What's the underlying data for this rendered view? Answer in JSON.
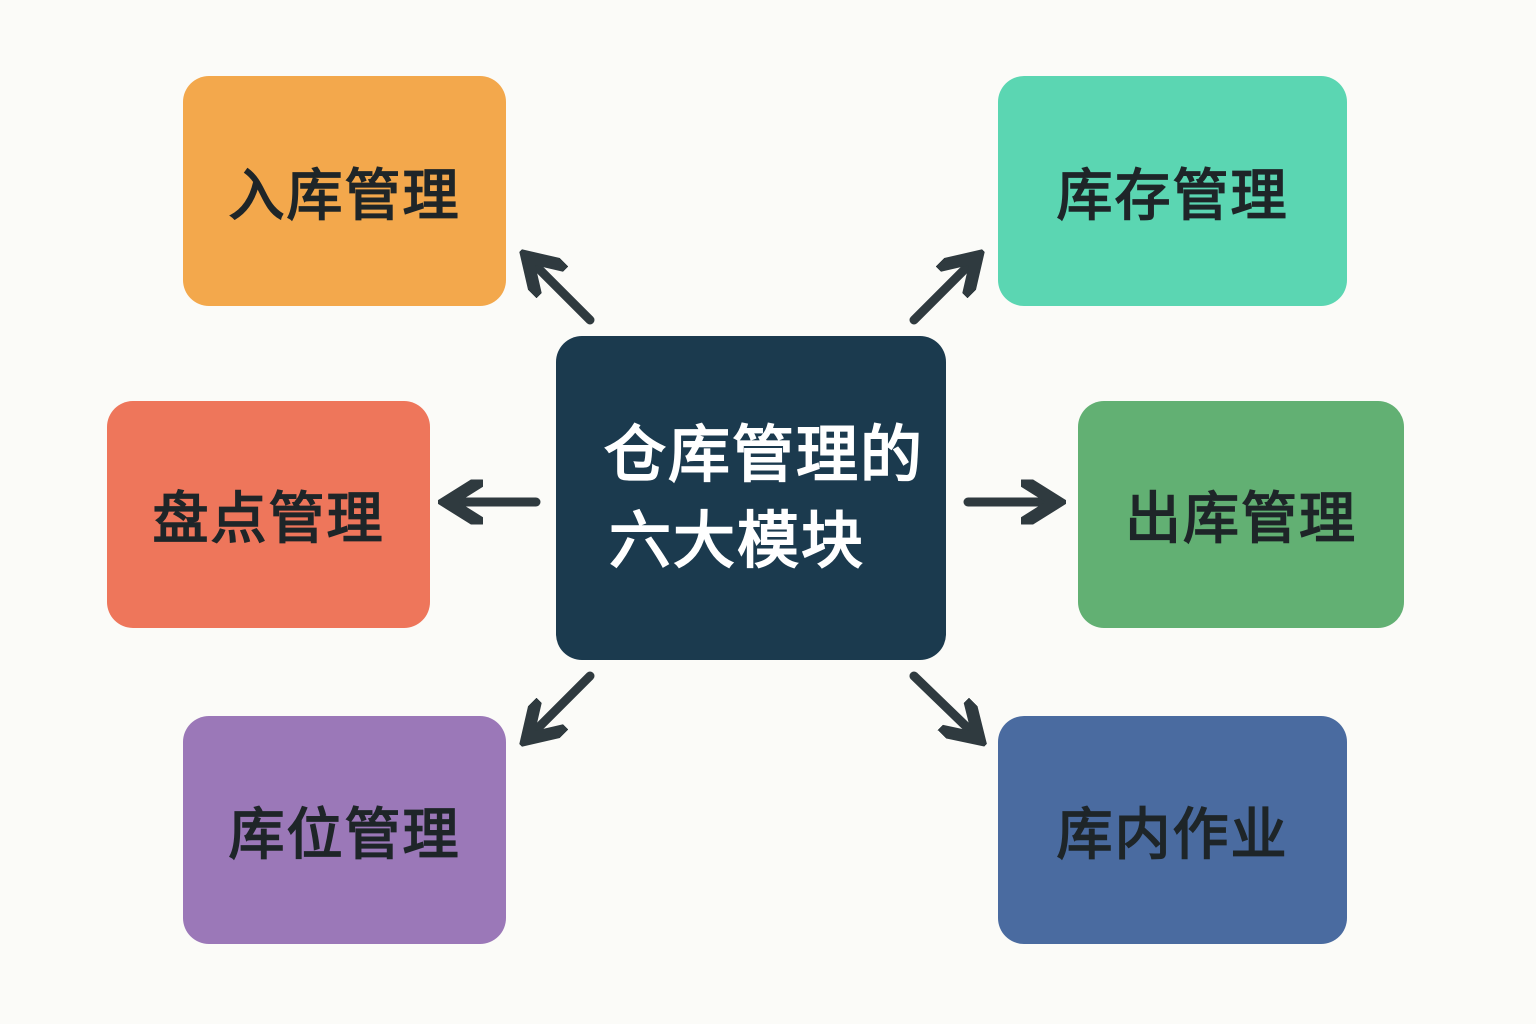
{
  "center": {
    "line1": "仓库管理的",
    "line2": "六大模块",
    "color": "#1b3a4e",
    "text_color": "#ffffff"
  },
  "modules": [
    {
      "id": "inbound",
      "label": "入库管理",
      "color": "#f3a84c"
    },
    {
      "id": "inventory",
      "label": "库存管理",
      "color": "#5bd6b2"
    },
    {
      "id": "stocktake",
      "label": "盘点管理",
      "color": "#ee765b"
    },
    {
      "id": "outbound",
      "label": "出库管理",
      "color": "#62b073"
    },
    {
      "id": "location",
      "label": "库位管理",
      "color": "#9b78b8"
    },
    {
      "id": "operation",
      "label": "库内作业",
      "color": "#4a6ba0"
    }
  ],
  "arrow_color": "#2f3a3f"
}
